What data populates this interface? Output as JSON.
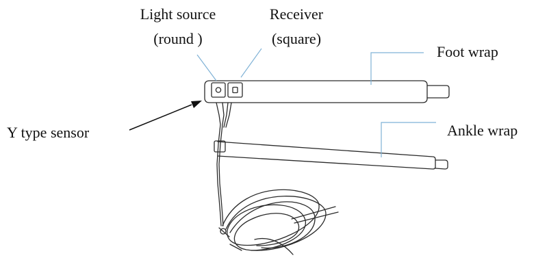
{
  "labels": {
    "light_source": "Light source",
    "light_source_shape": "(round )",
    "receiver": "Receiver",
    "receiver_shape": "(square)",
    "foot_wrap": "Foot wrap",
    "ankle_wrap": "Ankle wrap",
    "y_type_sensor": "Y type sensor"
  },
  "colors": {
    "outline": "#2a2a2a",
    "leader_line": "#7fb2d6",
    "arrow": "#111111",
    "text": "#111111"
  }
}
